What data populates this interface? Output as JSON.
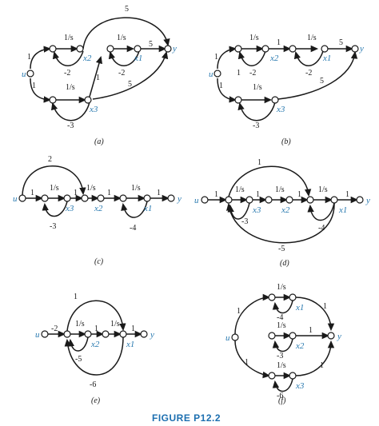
{
  "figure": {
    "title": "FIGURE P12.2",
    "colors": {
      "ink": "#1a1a1a",
      "variable": "#2a7ab0",
      "title": "#1c6fb0"
    }
  },
  "panels": [
    {
      "id": "a",
      "caption": "(a)",
      "variables": [
        "u",
        "x2",
        "x1",
        "y",
        "x3"
      ],
      "gains": [
        "1",
        "1/s",
        "1/s",
        "5",
        "5",
        "-2",
        "-2",
        "1",
        "1/s",
        "5",
        "-3",
        "1"
      ]
    },
    {
      "id": "b",
      "caption": "(b)",
      "variables": [
        "u",
        "x2",
        "x1",
        "y",
        "x3"
      ],
      "gains": [
        "1",
        "1/s",
        "1",
        "1/s",
        "5",
        "-2",
        "-2",
        "1",
        "1/s",
        "5",
        "-3",
        "1"
      ]
    },
    {
      "id": "c",
      "caption": "(c)",
      "variables": [
        "u",
        "x3",
        "x2",
        "x1",
        "y"
      ],
      "gains": [
        "2",
        "1",
        "1/s",
        "1",
        "1/s",
        "1",
        "1/s",
        "1",
        "-3",
        "-4"
      ]
    },
    {
      "id": "d",
      "caption": "(d)",
      "variables": [
        "u",
        "x3",
        "x2",
        "x1",
        "y"
      ],
      "gains": [
        "1",
        "1",
        "1/s",
        "1",
        "1/s",
        "1",
        "1/s",
        "1",
        "-3",
        "-4",
        "-5"
      ]
    },
    {
      "id": "e",
      "caption": "(e)",
      "variables": [
        "u",
        "x2",
        "x1",
        "y"
      ],
      "gains": [
        "1",
        "-2",
        "1/s",
        "1",
        "1/s",
        "1",
        "-5",
        "-6"
      ]
    },
    {
      "id": "f",
      "caption": "(f)",
      "variables": [
        "u",
        "x1",
        "x2",
        "x3",
        "y"
      ],
      "gains": [
        "1/s",
        "-4",
        "1/s",
        "1",
        "-3",
        "1/s",
        "-6",
        "1",
        "1",
        "1",
        "1"
      ]
    }
  ]
}
